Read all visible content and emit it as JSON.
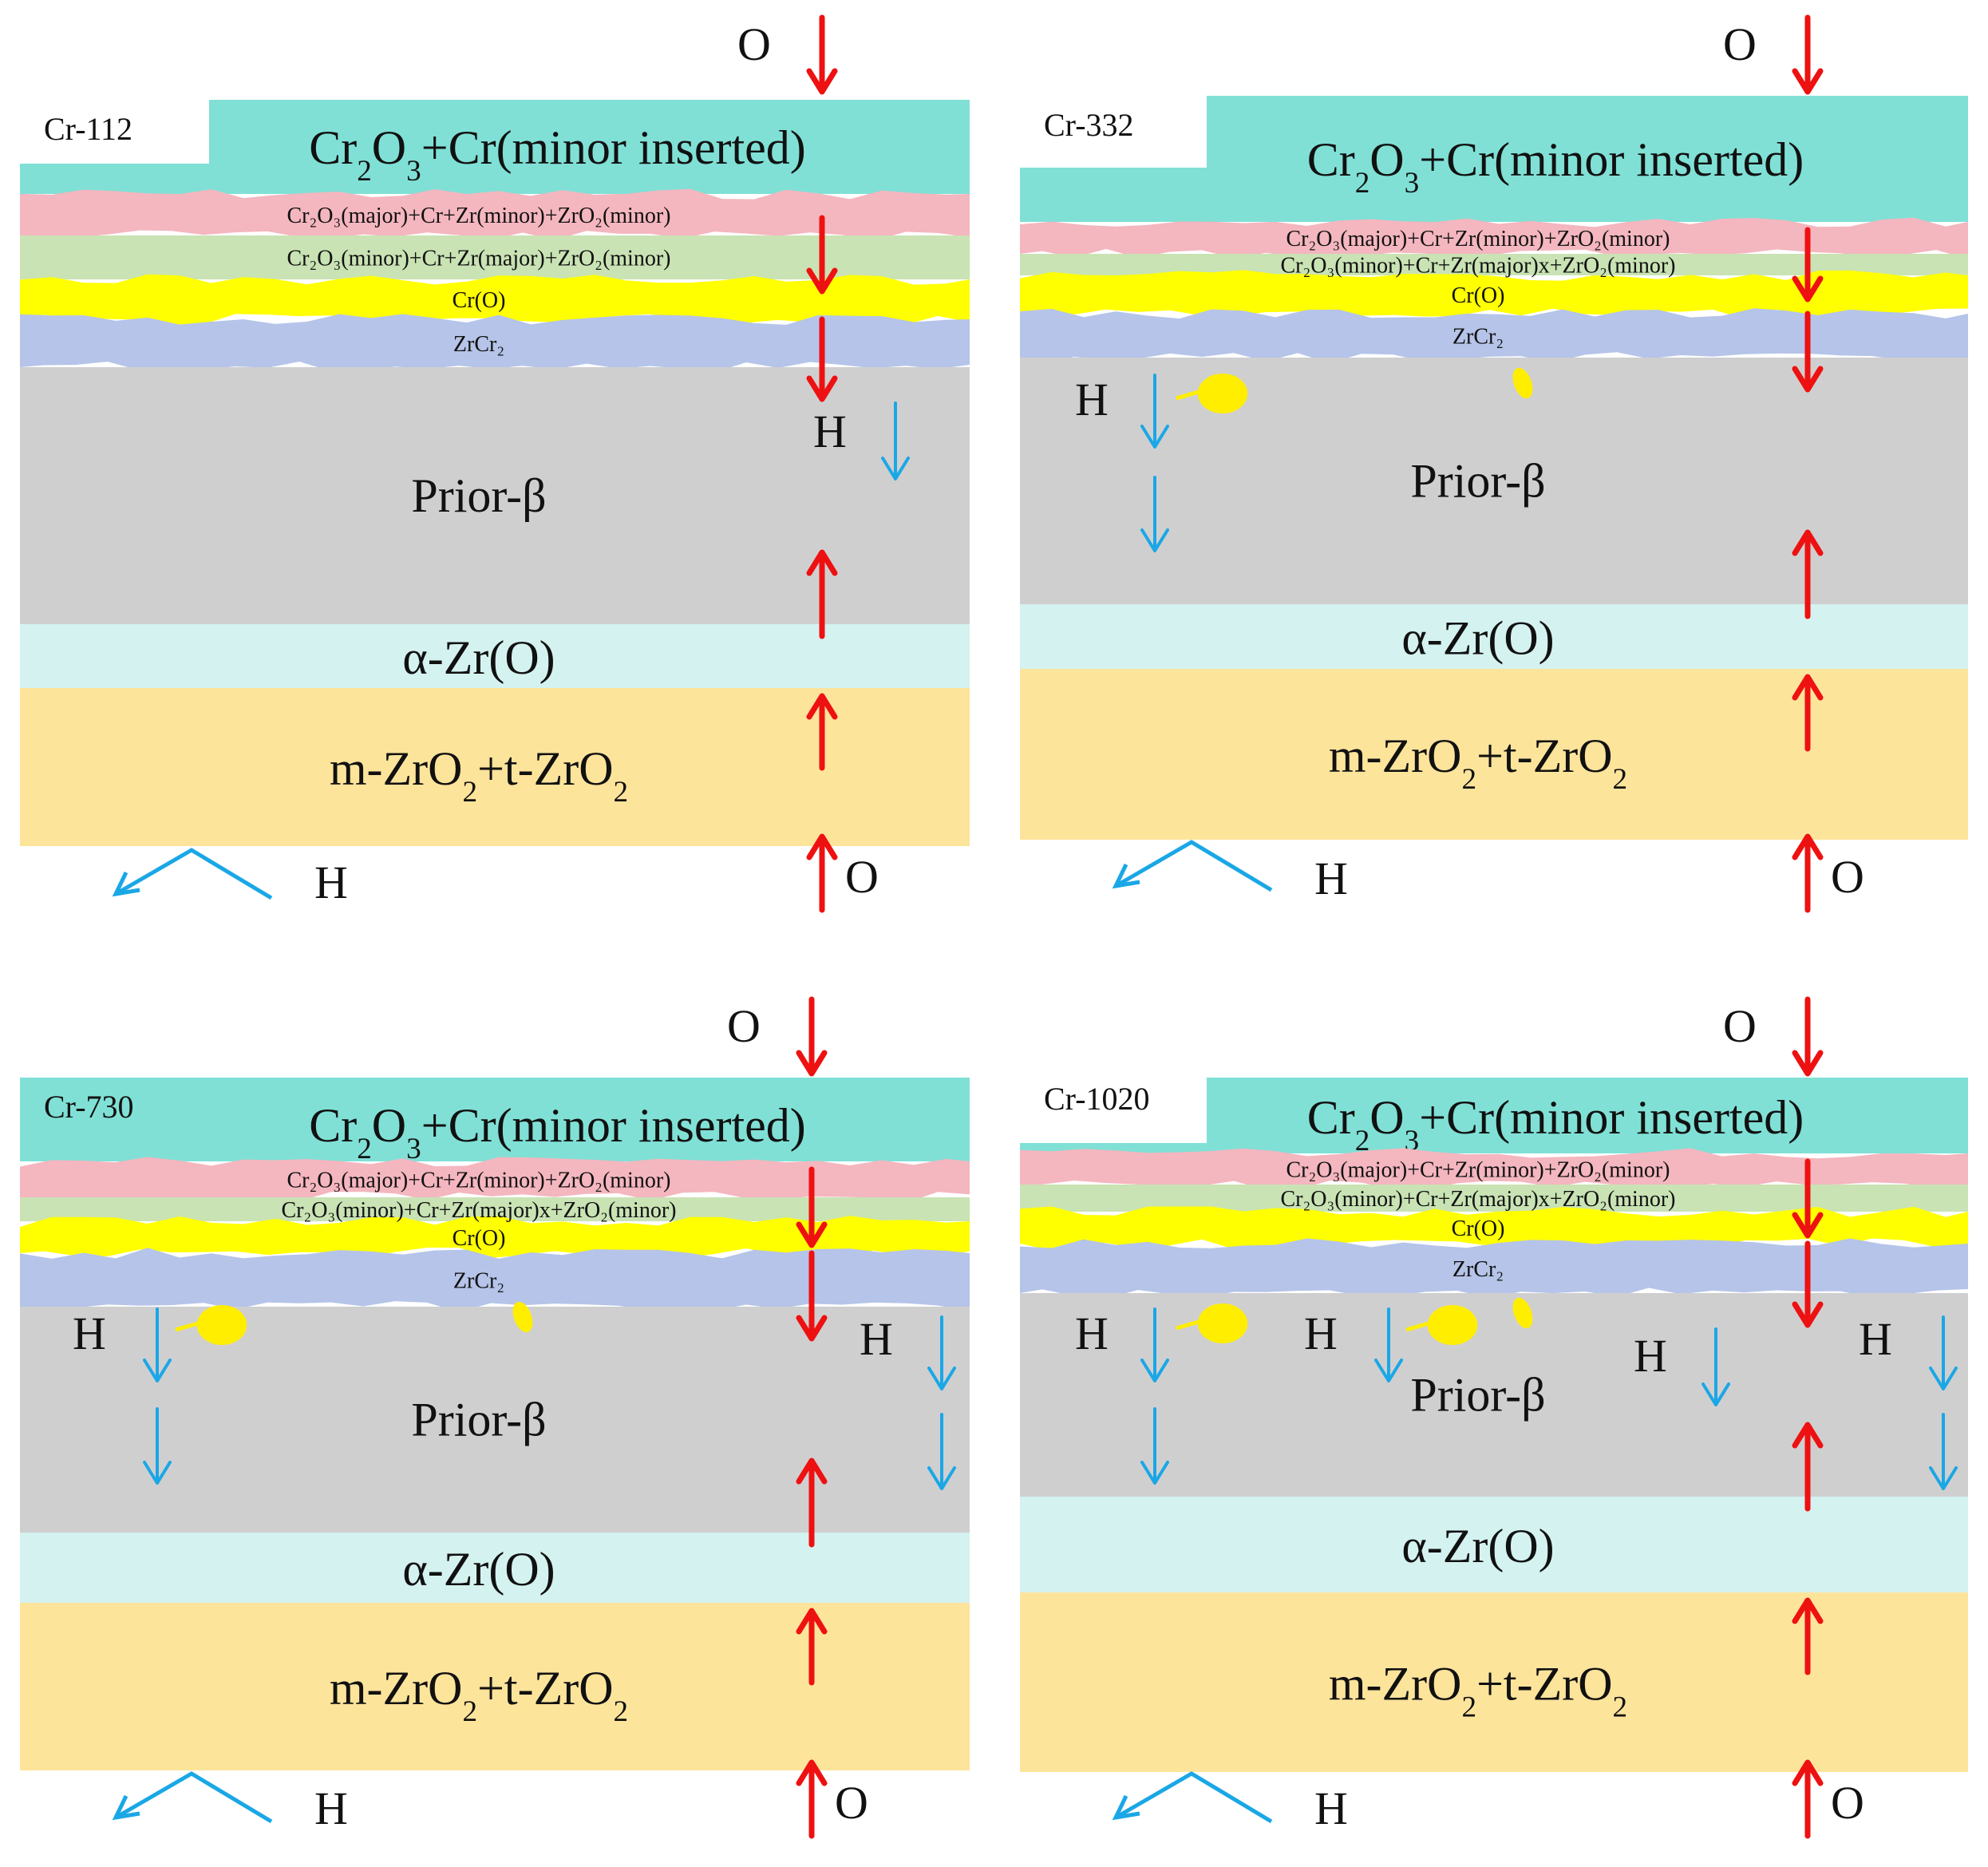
{
  "colors": {
    "oxide_top": "#80e0d6",
    "pink": "#f4b6bf",
    "green": "#c9e3b4",
    "yellow": "#ffff00",
    "zrcr2": "#b5c4e8",
    "prior_beta": "#d0cfd0",
    "alpha_zr": "#d4f2f0",
    "zro2": "#fde49b",
    "o_arrow": "#ee1111",
    "h_arrow": "#1aa7e6",
    "hydride": "#ffee00"
  },
  "panels": [
    {
      "label": "Cr-112",
      "layers": {
        "top_main": "Cr",
        "top_sub": "2",
        "top_mid": "O",
        "top_sub2": "3",
        "top_rest": "+Cr(minor inserted)",
        "pink": "Cr₂O₃(major)+Cr+Zr(minor)+ZrO₂(minor)",
        "green": "Cr₂O₃(minor)+Cr+Zr(major)+ZrO₂(minor)",
        "yellow": "Cr(O)",
        "zrcr2": "ZrCr₂",
        "prior_beta": "Prior-β",
        "alpha": "α-Zr(O)",
        "zro2_a": "m-ZrO",
        "zro2_b": "2",
        "zro2_c": "+t-ZrO",
        "zro2_d": "2"
      },
      "o_top": "O",
      "o_bottom": "O",
      "h_bottom": "H",
      "h_labels": [
        "H"
      ]
    },
    {
      "label": "Cr-332",
      "layers": {
        "top_main": "Cr",
        "top_sub": "2",
        "top_mid": "O",
        "top_sub2": "3",
        "top_rest": "+Cr(minor inserted)",
        "pink": "Cr₂O₃(major)+Cr+Zr(minor)+ZrO₂(minor)",
        "green": "Cr₂O₃(minor)+Cr+Zr(major)x+ZrO₂(minor)",
        "yellow": "Cr(O)",
        "zrcr2": "ZrCr₂",
        "prior_beta": "Prior-β",
        "alpha": "α-Zr(O)",
        "zro2_a": "m-ZrO",
        "zro2_b": "2",
        "zro2_c": "+t-ZrO",
        "zro2_d": "2"
      },
      "o_top": "O",
      "o_bottom": "O",
      "h_bottom": "H",
      "h_labels": [
        "H"
      ]
    },
    {
      "label": "Cr-730",
      "layers": {
        "top_main": "Cr",
        "top_sub": "2",
        "top_mid": "O",
        "top_sub2": "3",
        "top_rest": "+Cr(minor inserted)",
        "pink": "Cr₂O₃(major)+Cr+Zr(minor)+ZrO₂(minor)",
        "green": "Cr₂O₃(minor)+Cr+Zr(major)x+ZrO₂(minor)",
        "yellow": "Cr(O)",
        "zrcr2": "ZrCr₂",
        "prior_beta": "Prior-β",
        "alpha": "α-Zr(O)",
        "zro2_a": "m-ZrO",
        "zro2_b": "2",
        "zro2_c": "+t-ZrO",
        "zro2_d": "2"
      },
      "o_top": "O",
      "o_bottom": "O",
      "h_bottom": "H",
      "h_labels": [
        "H",
        "H"
      ]
    },
    {
      "label": "Cr-1020",
      "layers": {
        "top_main": "Cr",
        "top_sub": "2",
        "top_mid": "O",
        "top_sub2": "3",
        "top_rest": "+Cr(minor inserted)",
        "pink": "Cr₂O₃(major)+Cr+Zr(minor)+ZrO₂(minor)",
        "green": "Cr₂O₃(minor)+Cr+Zr(major)x+ZrO₂(minor)",
        "yellow": "Cr(O)",
        "zrcr2": "ZrCr₂",
        "prior_beta": "Prior-β",
        "alpha": "α-Zr(O)",
        "zro2_a": "m-ZrO",
        "zro2_b": "2",
        "zro2_c": "+t-ZrO",
        "zro2_d": "2"
      },
      "o_top": "O",
      "o_bottom": "O",
      "h_bottom": "H",
      "h_labels": [
        "H",
        "H",
        "H",
        "H"
      ]
    }
  ]
}
